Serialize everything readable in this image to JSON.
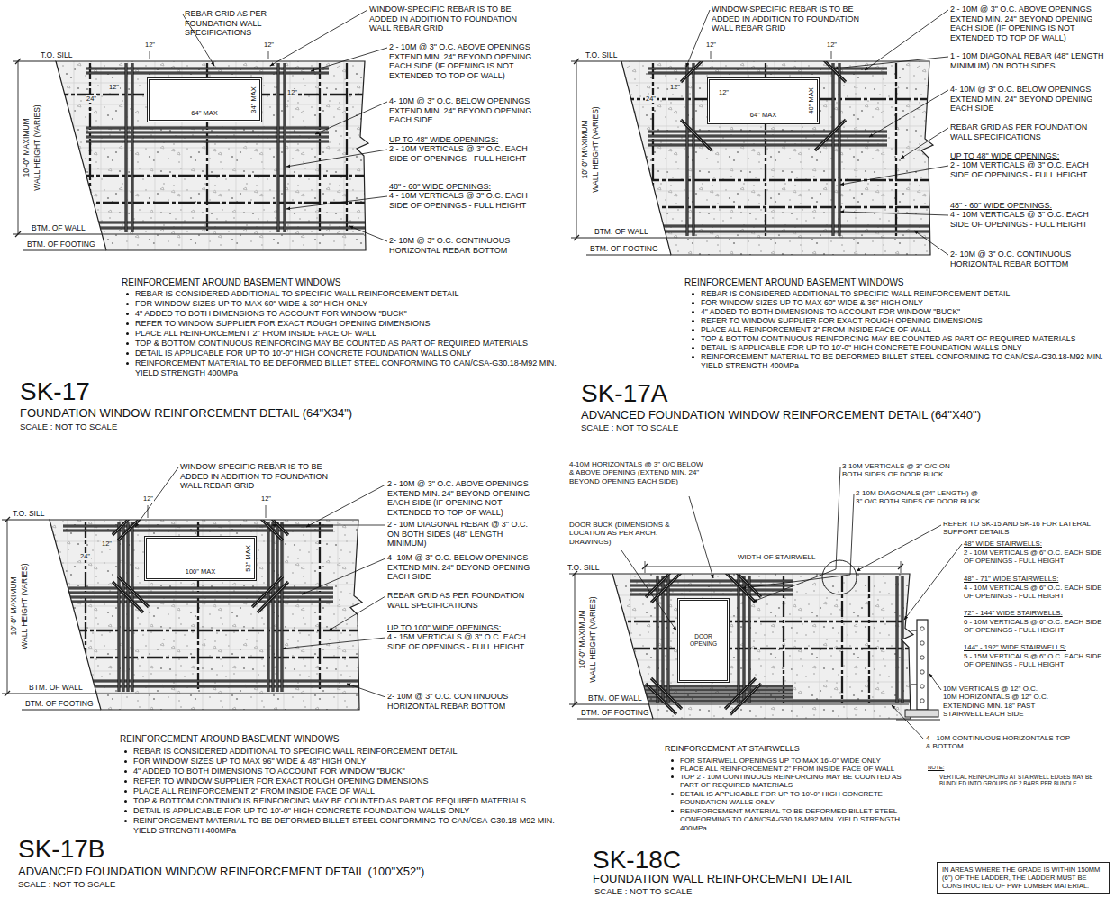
{
  "diagram": {
    "nodes": [
      {
        "text": [
          "64\" MAX",
          "34\" MAX"
        ]
      },
      {
        "text": [
          "64\" MAX",
          "40\" MAX"
        ]
      },
      {
        "text": [
          "100\" MAX",
          "52\" MAX"
        ]
      },
      {
        "text": [
          "DOOR OPENING"
        ]
      },
      {
        "text": [
          "IN AREAS WHERE THE GRADE IS WITHIN 150MM (6\") OF THE LADDER, THE LADDER MUST BE CONSTRUCTED OF PWF LUMBER MATERIAL."
        ]
      }
    ],
    "labels": [
      "REBAR GRID AS PER FOUNDATION WALL SPECIFICATIONS",
      "WINDOW-SPECIFIC REBAR IS TO BE ADDED IN ADDITION TO FOUNDATION WALL REBAR GRID",
      "2 - 10M @ 3\" O.C. ABOVE OPENINGS EXTEND MIN. 24\" BEYOND OPENING EACH SIDE (IF OPENING IS NOT EXTENDED TO TOP OF WALL)",
      "4- 10M @ 3\" O.C. BELOW OPENINGS EXTEND MIN. 24\" BEYOND OPENING EACH SIDE",
      "UP TO 48\" WIDE OPENINGS:",
      "2 - 10M VERTICALS @ 3\" O.C. EACH SIDE OF OPENINGS - FULL HEIGHT",
      "48\" - 60\" WIDE OPENINGS:",
      "4 - 10M VERTICALS @ 3\" O.C. EACH SIDE OF OPENINGS - FULL HEIGHT",
      "2- 10M @ 3\" O.C. CONTINUOUS HORIZONTAL REBAR BOTTOM",
      "T.O. SILL",
      "10'-0\" MAXIMUM",
      "WALL HEIGHT (VARIES)",
      "BTM. OF WALL",
      "BTM. OF FOOTING",
      "12\"",
      "12\"",
      "12\"",
      "24\"",
      "12\"",
      "REINFORCEMENT AROUND BASEMENT WINDOWS",
      "REBAR IS CONSIDERED ADDITIONAL TO SPECIFIC WALL REINFORCEMENT DETAIL",
      "FOR WINDOW SIZES UP TO MAX 60\" WIDE & 30\" HIGH ONLY",
      "4\" ADDED TO BOTH DIMENSIONS TO ACCOUNT FOR WINDOW \"BUCK\"",
      "REFER TO WINDOW SUPPLIER FOR EXACT ROUGH OPENING DIMENSIONS",
      "PLACE ALL REINFORCEMENT 2\" FROM INSIDE FACE OF WALL",
      "TOP & BOTTOM CONTINUOUS REINFORCING MAY BE COUNTED AS PART OF REQUIRED MATERIALS",
      "DETAIL IS APPLICABLE FOR UP TO 10'-0\" HIGH CONCRETE FOUNDATION WALLS ONLY",
      "REINFORCEMENT MATERIAL TO BE DEFORMED BILLET STEEL CONFORMING TO CAN/CSA-G30.18-M92 MIN. YIELD STRENGTH 400MPa",
      "SK-17",
      "FOUNDATION WINDOW REINFORCEMENT DETAIL (64\"X34\")",
      "SCALE : NOT TO SCALE",
      "WINDOW-SPECIFIC REBAR IS TO BE ADDED IN ADDITION TO FOUNDATION WALL REBAR GRID",
      "2 - 10M @ 3\" O.C. ABOVE OPENINGS EXTEND MIN. 24\" BEYOND OPENING EACH SIDE (IF OPENING IS NOT EXTENDED TO TOP OF WALL)",
      "1 - 10M DIAGONAL REBAR (48\" LENGTH MINIMUM) ON BOTH SIDES",
      "4- 10M @ 3\" O.C. BELOW OPENINGS EXTEND MIN. 24\" BEYOND OPENING EACH SIDE",
      "REBAR GRID AS PER FOUNDATION WALL SPECIFICATIONS",
      "UP TO 48\" WIDE OPENINGS:",
      "2 - 10M VERTICALS @ 3\" O.C. EACH SIDE OF OPENINGS - FULL HEIGHT",
      "48\" - 60\" WIDE OPENINGS:",
      "4 - 10M VERTICALS @ 3\" O.C. EACH SIDE OF OPENINGS - FULL HEIGHT",
      "2- 10M @ 3\" O.C. CONTINUOUS HORIZONTAL REBAR BOTTOM",
      "T.O. SILL",
      "10'-0\" MAXIMUM",
      "WALL HEIGHT (VARIES)",
      "BTM. OF WALL",
      "BTM. OF FOOTING",
      "12\"",
      "12\"",
      "12\"",
      "24\"",
      "12\"",
      "REINFORCEMENT AROUND BASEMENT WINDOWS",
      "REBAR IS CONSIDERED ADDITIONAL TO SPECIFIC WALL REINFORCEMENT DETAIL",
      "FOR WINDOW SIZES UP TO MAX 60\" WIDE & 36\" HIGH ONLY",
      "4\" ADDED TO BOTH DIMENSIONS TO ACCOUNT FOR WINDOW \"BUCK\"",
      "REFER TO WINDOW SUPPLIER FOR EXACT ROUGH OPENING DIMENSIONS",
      "PLACE ALL REINFORCEMENT 2\" FROM INSIDE FACE OF WALL",
      "TOP & BOTTOM CONTINUOUS REINFORCING MAY BE COUNTED AS PART OF REQUIRED MATERIALS",
      "DETAIL IS APPLICABLE FOR UP TO 10'-0\" HIGH CONCRETE FOUNDATION WALLS ONLY",
      "REINFORCEMENT MATERIAL TO BE DEFORMED BILLET STEEL CONFORMING TO CAN/CSA-G30.18-M92 MIN. YIELD STRENGTH 400MPa",
      "SK-17A",
      "ADVANCED FOUNDATION WINDOW REINFORCEMENT DETAIL (64\"X40\")",
      "SCALE : NOT TO SCALE",
      "WINDOW-SPECIFIC REBAR IS TO BE ADDED IN ADDITION TO FOUNDATION WALL REBAR GRID",
      "2 - 10M @ 3\" O.C. ABOVE OPENINGS EXTEND MIN. 24\" BEYOND OPENING EACH SIDE (IF OPENING NOT EXTENDED TO TOP OF WALL)",
      "2 - 10M DIAGONAL REBAR @ 3\" O.C. ON BOTH SIDES (48\" LENGTH MINIMUM)",
      "4- 10M @ 3\" O.C. BELOW OPENINGS EXTEND MIN. 24\" BEYOND OPENING EACH SIDE",
      "REBAR GRID AS PER FOUNDATION WALL SPECIFICATIONS",
      "UP TO 100\" WIDE OPENINGS:",
      "4 - 15M VERTICALS @ 3\" O.C. EACH SIDE OF OPENINGS - FULL HEIGHT",
      "2- 10M @ 3\" O.C. CONTINUOUS HORIZONTAL REBAR BOTTOM",
      "T.O. SILL",
      "10'-0\" MAXIMUM",
      "WALL HEIGHT (VARIES)",
      "BTM. OF WALL",
      "BTM. OF FOOTING",
      "12\"",
      "12\"",
      "12\"",
      "24\"",
      "REINFORCEMENT AROUND BASEMENT WINDOWS",
      "REBAR IS CONSIDERED ADDITIONAL TO SPECIFIC WALL REINFORCEMENT DETAIL",
      "FOR WINDOW SIZES UP TO MAX 96\" WIDE & 48\" HIGH ONLY",
      "4\" ADDED TO BOTH DIMENSIONS TO ACCOUNT FOR WINDOW \"BUCK\"",
      "REFER TO WINDOW SUPPLIER FOR EXACT ROUGH OPENING DIMENSIONS",
      "PLACE ALL REINFORCEMENT 2\" FROM INSIDE FACE OF WALL",
      "TOP & BOTTOM CONTINUOUS REINFORCING MAY BE COUNTED AS PART OF REQUIRED MATERIALS",
      "DETAIL IS APPLICABLE FOR UP TO 10'-0\" HIGH CONCRETE FOUNDATION WALLS ONLY",
      "REINFORCEMENT MATERIAL TO BE DEFORMED BILLET STEEL CONFORMING TO CAN/CSA-G30.18-M92 MIN. YIELD STRENGTH 400MPa",
      "SK-17B",
      "ADVANCED FOUNDATION WINDOW REINFORCEMENT DETAIL (100\"X52\")",
      "SCALE : NOT TO SCALE",
      "4-10M HORIZONTALS @ 3\" O/C BELOW & ABOVE OPENING (EXTEND MIN. 24\" BEYOND OPENING EACH SIDE)",
      "DOOR BUCK (DIMENSIONS & LOCATION AS PER ARCH. DRAWINGS)",
      "3-10M VERTICALS @ 3\" O/C ON BOTH SIDES OF DOOR BUCK",
      "2-10M DIAGONALS (24\" LENGTH) @ 3\" O/C BOTH SIDES OF DOOR BUCK",
      "REFER TO SK-15 AND SK-16 FOR LATERAL SUPPORT DETAILS",
      "WIDTH OF STAIRWELL",
      "T.O. SILL",
      "10'-0\" MAXIMUM",
      "WALL HEIGHT (VARIES)",
      "BTM. OF WALL",
      "BTM. OF FOOTING",
      "48\" WIDE STAIRWELLS:",
      "2 - 10M VERTICALS @ 6\" O.C. EACH SIDE OF OPENINGS - FULL HEIGHT",
      "48\" - 71\" WIDE STAIRWELLS:",
      "4 - 10M VERTICALS @ 6\" O.C. EACH SIDE OF OPENINGS - FULL HEIGHT",
      "72\" - 144\" WIDE STAIRWELLS:",
      "6 - 10M VERTICALS @ 6\" O.C. EACH SIDE OF OPENINGS - FULL HEIGHT",
      "144\" - 192\" WIDE STAIRWELLS:",
      "5 - 15M VERTICALS @ 6\" O.C. EACH SIDE OF OPENINGS - FULL HEIGHT",
      "10M VERTICALS @ 12\" O.C. 10M HORIZONTALS @ 12\" O.C. EXTENDING MIN. 18\" PAST STAIRWELL EACH SIDE",
      "4 - 10M CONTINUOUS HORIZONTALS TOP & BOTTOM",
      "REINFORCEMENT AT STAIRWELLS",
      "FOR STAIRWELL OPENINGS UP TO MAX 16'-0\" WIDE ONLY",
      "PLACE ALL REINFORCEMENT 2\" FROM INSIDE FACE OF WALL",
      "TOP 2 - 10M CONTINUOUS REINFORCING MAY BE COUNTED AS PART OF REQUIRED MATERIALS",
      "DETAIL IS APPLICABLE FOR UP TO 10'-0\" HIGH CONCRETE FOUNDATION WALLS ONLY",
      "REINFORCEMENT MATERIAL TO BE DEFORMED BILLET STEEL CONFORMING TO CAN/CSA-G30.18-M92 MIN. YIELD STRENGTH 400MPa",
      "NOTE:",
      "VERTICAL REINFORCING AT STAIRWELL EDGES MAY BE BUNDLED INTO GROUPS OF 2 BARS PER BUNDLE.",
      "SK-18C",
      "FOUNDATION WALL REINFORCEMENT DETAIL",
      "SCALE : NOT TO SCALE"
    ]
  }
}
